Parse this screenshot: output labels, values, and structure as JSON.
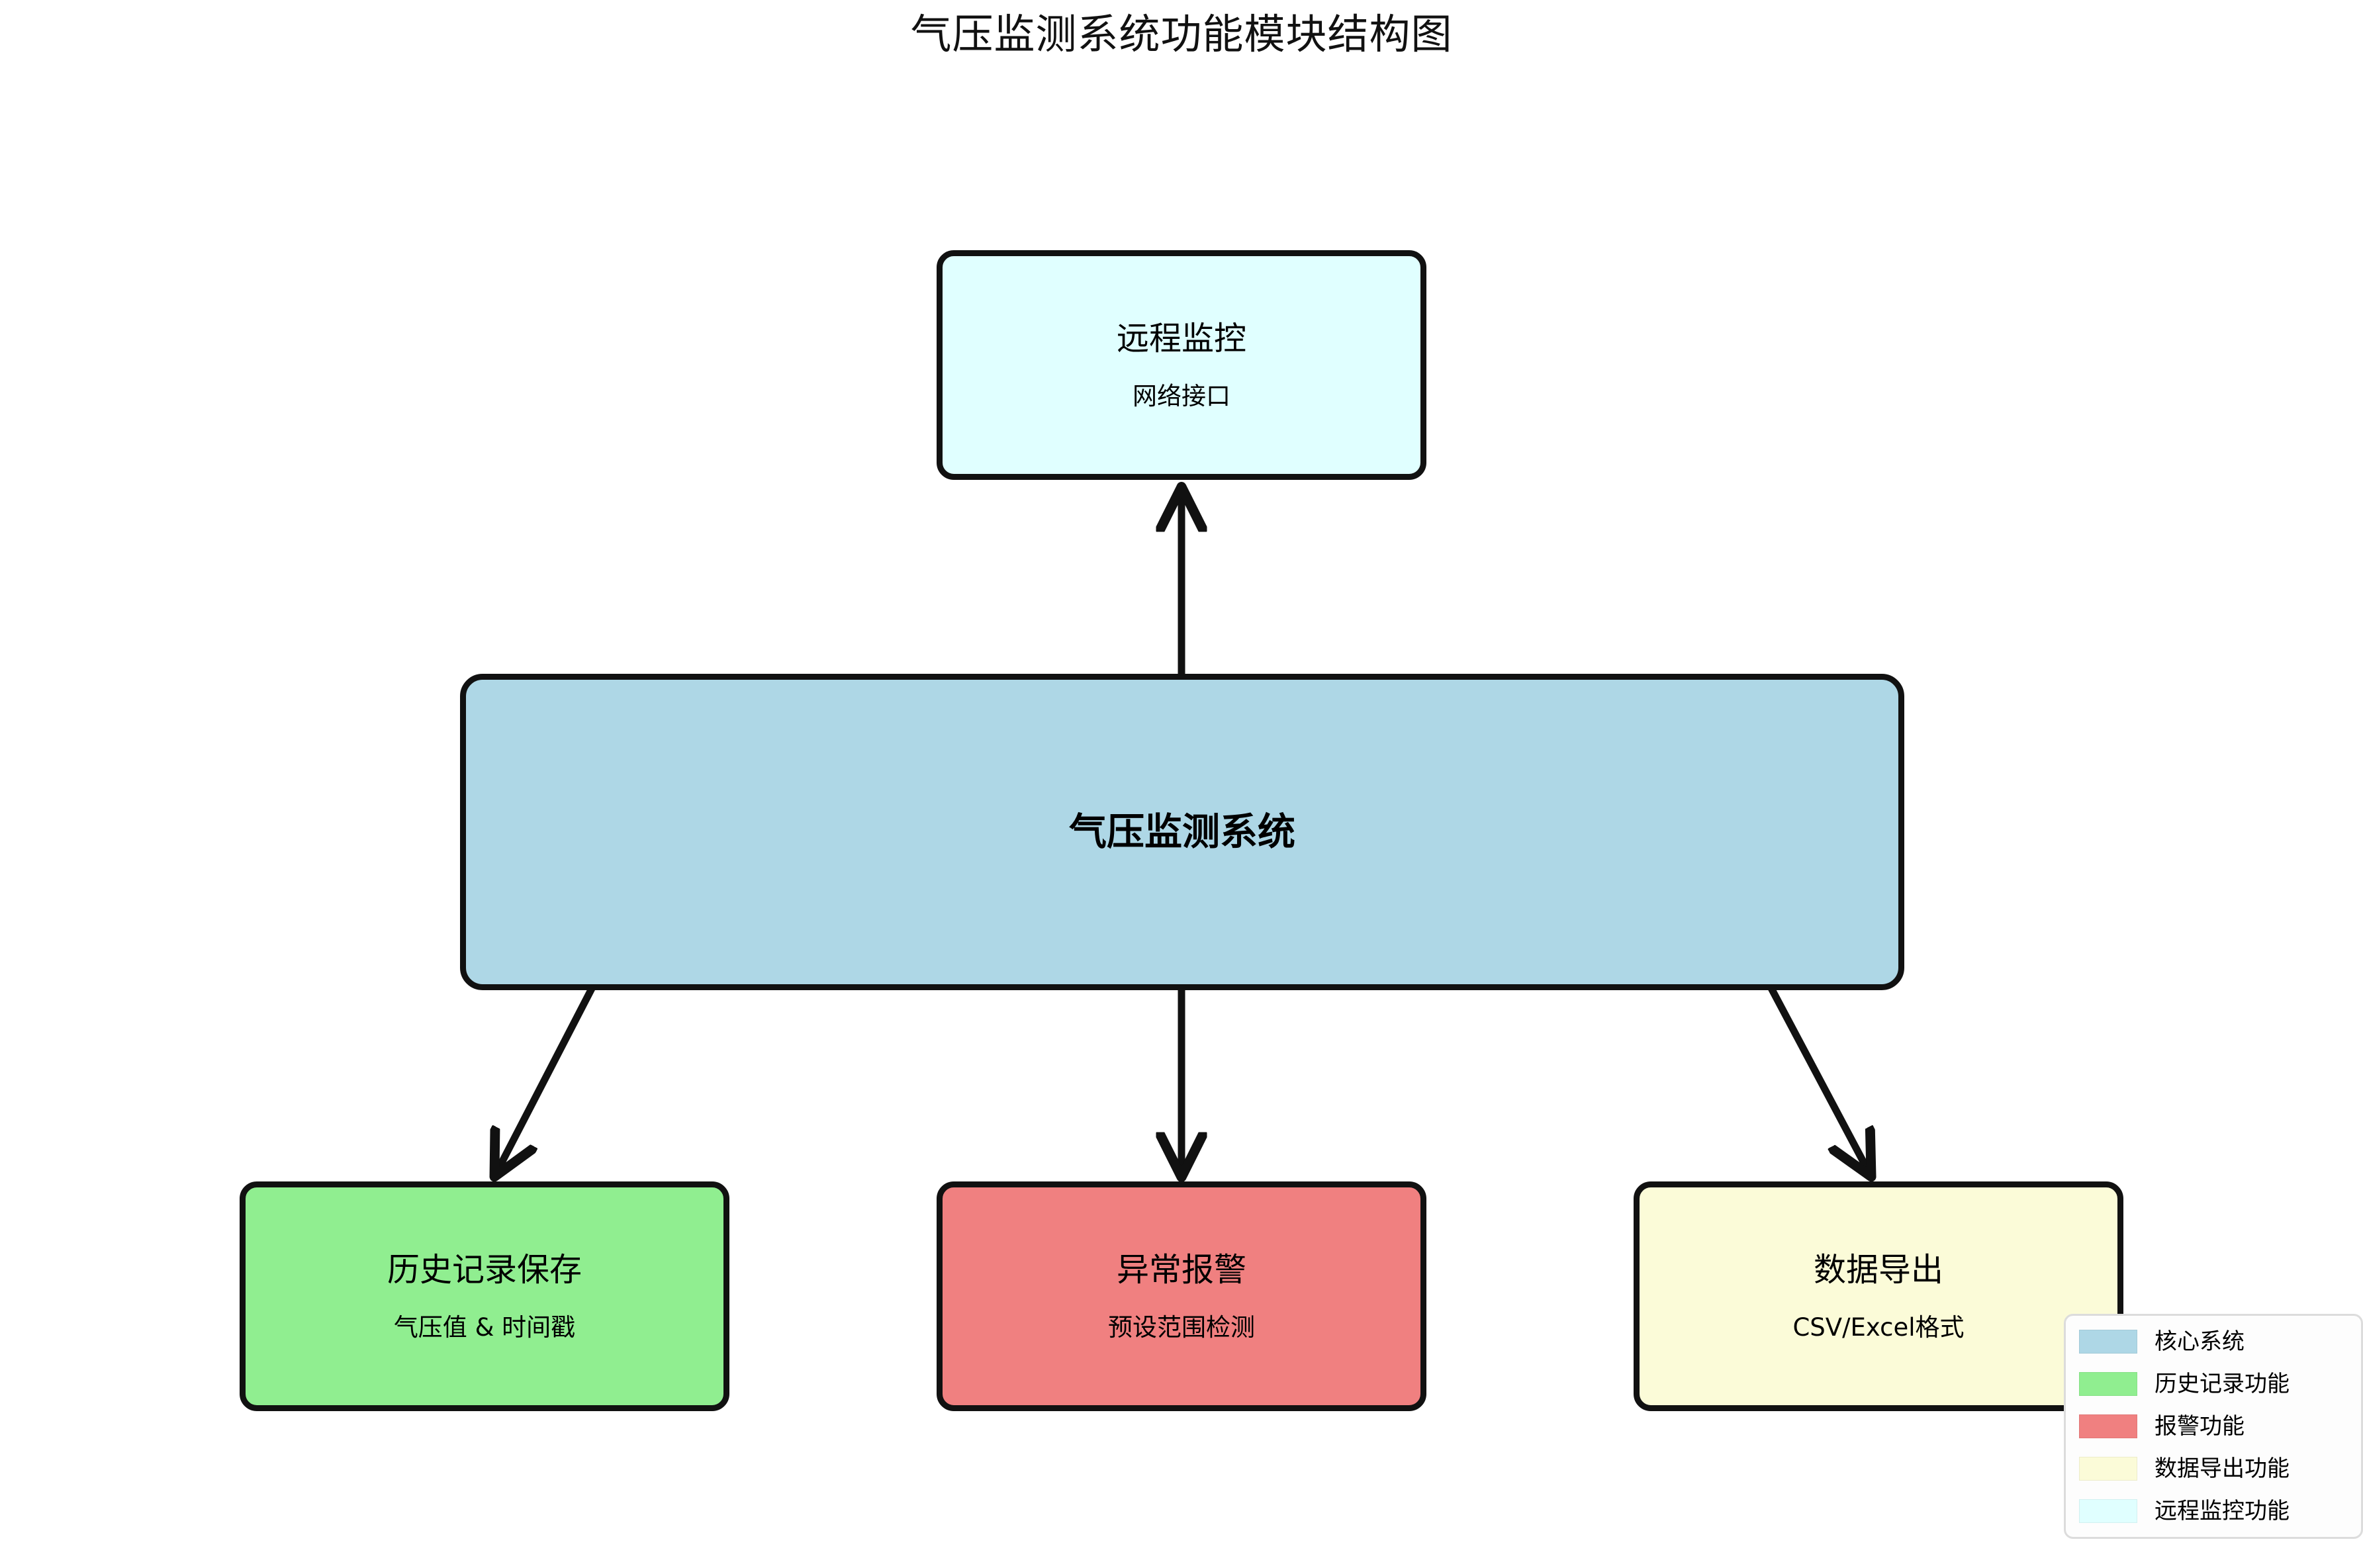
{
  "title": "气压监测系统功能模块结构图",
  "colors": {
    "core_system": "#aed7e6",
    "history": "#90ee90",
    "alarm": "#f08080",
    "export": "#fbfbd8",
    "remote": "#e0ffff",
    "stroke": "#111111",
    "background": "#ffffff"
  },
  "nodes": {
    "remote": {
      "title": "远程监控",
      "subtitle": "网络接口",
      "fill": "#e0ffff"
    },
    "central": {
      "title": "气压监测系统",
      "subtitle": "",
      "fill": "#aed7e6"
    },
    "history": {
      "title": "历史记录保存",
      "subtitle": "气压值 & 时间戳",
      "fill": "#90ee90"
    },
    "alarm": {
      "title": "异常报警",
      "subtitle": "预设范围检测",
      "fill": "#f08080"
    },
    "export": {
      "title": "数据导出",
      "subtitle": "CSV/Excel格式",
      "fill": "#fbfbd8"
    }
  },
  "edges": [
    {
      "from": "central",
      "to": "remote",
      "direction": "up"
    },
    {
      "from": "central",
      "to": "history",
      "direction": "down-left"
    },
    {
      "from": "central",
      "to": "alarm",
      "direction": "down"
    },
    {
      "from": "central",
      "to": "export",
      "direction": "down-right"
    }
  ],
  "legend": {
    "items": [
      {
        "label": "核心系统",
        "color": "#aed7e6"
      },
      {
        "label": "历史记录功能",
        "color": "#90ee90"
      },
      {
        "label": "报警功能",
        "color": "#f08080"
      },
      {
        "label": "数据导出功能",
        "color": "#fbfbd8"
      },
      {
        "label": "远程监控功能",
        "color": "#e0ffff"
      }
    ]
  }
}
